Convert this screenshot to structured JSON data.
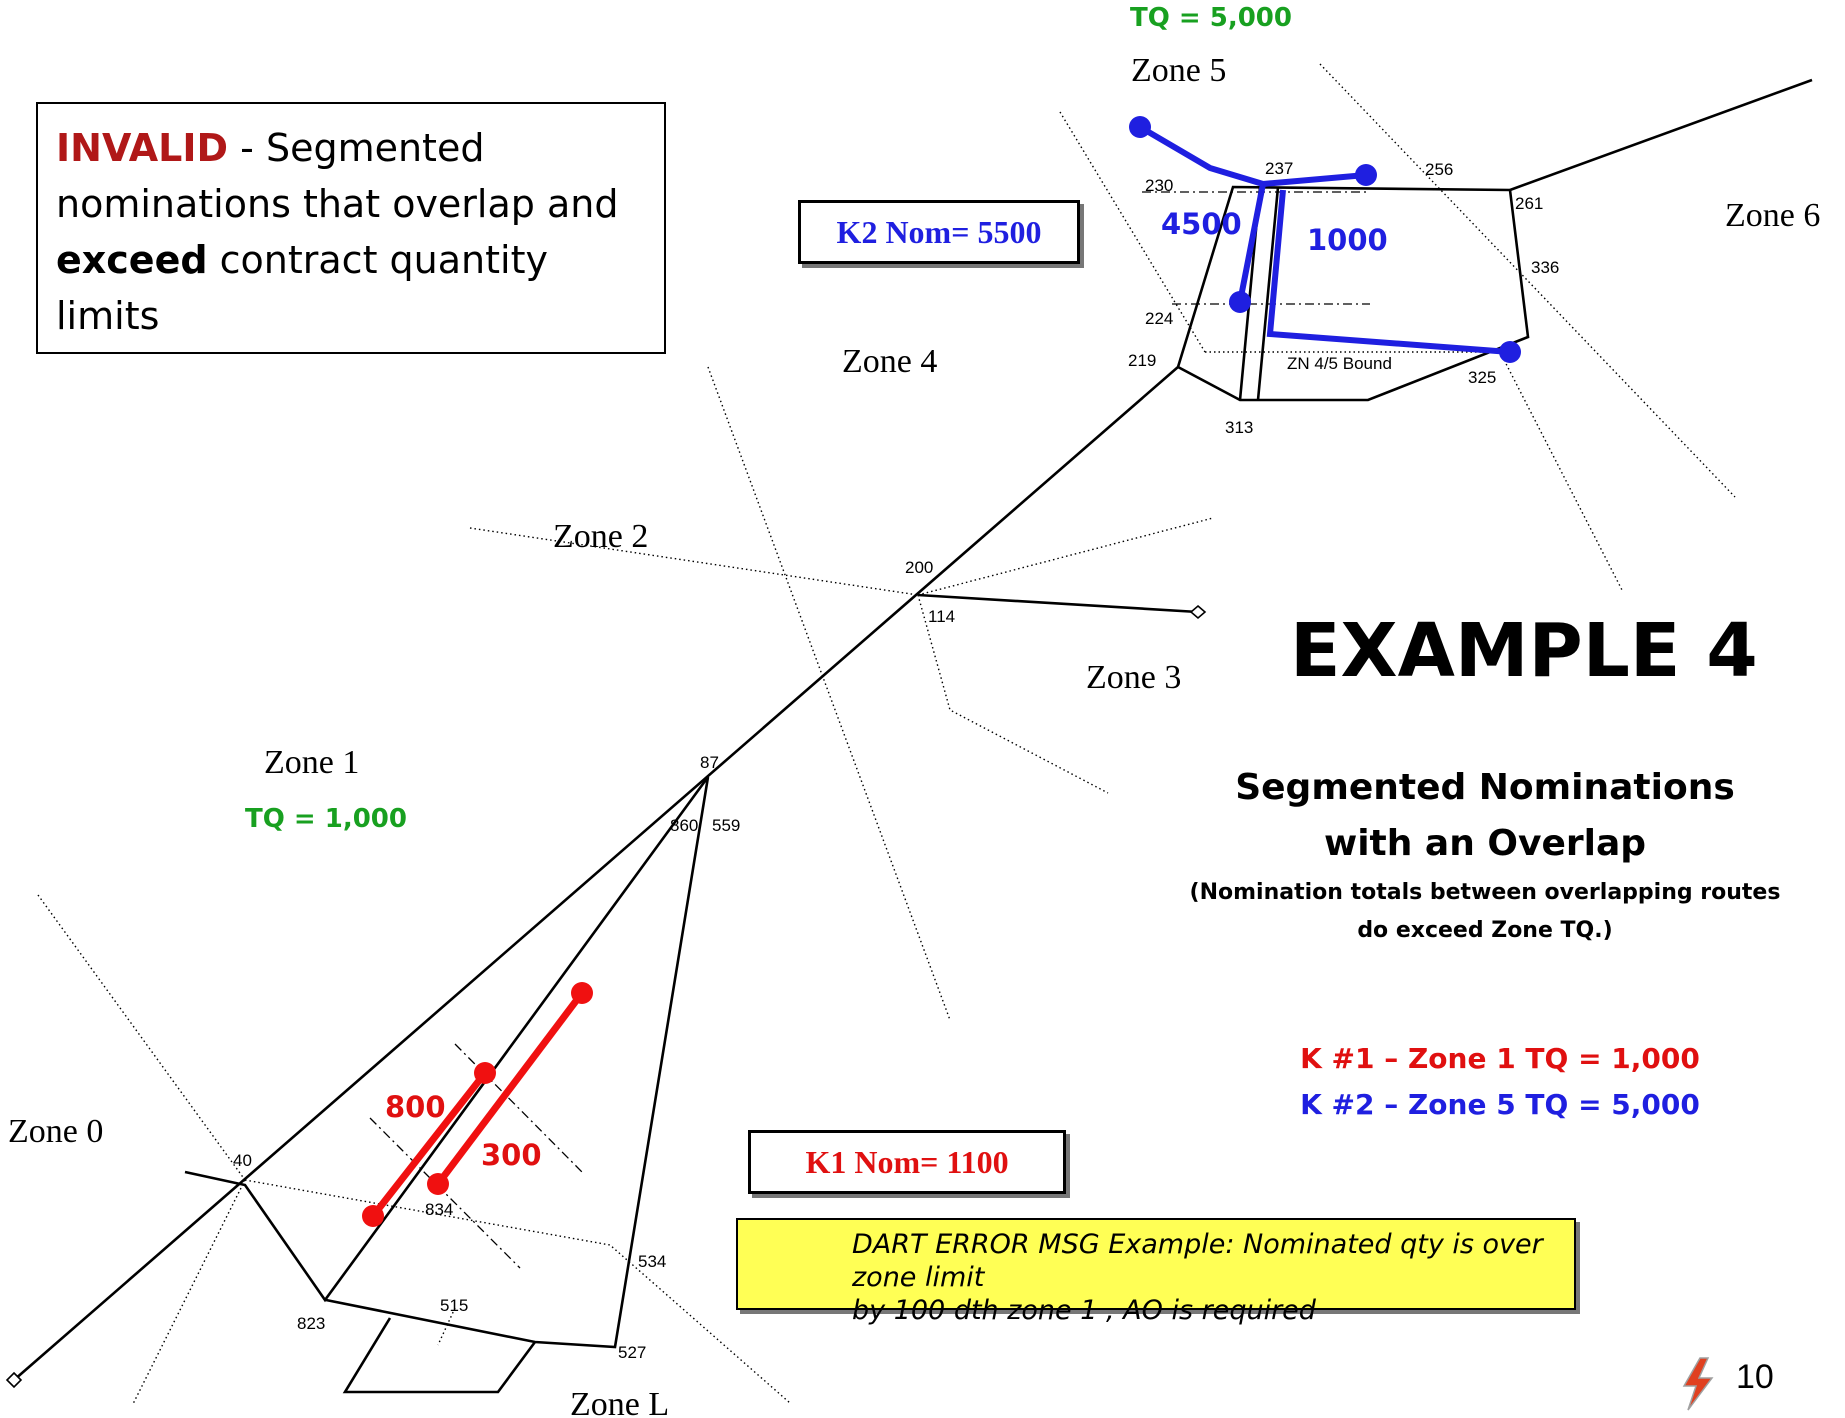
{
  "zones": {
    "zone0": "Zone 0",
    "zone1": "Zone 1",
    "zone2": "Zone 2",
    "zone3": "Zone 3",
    "zone4": "Zone 4",
    "zone5": "Zone 5",
    "zone6": "Zone 6",
    "zoneL": "Zone L"
  },
  "tq": {
    "zone5": "TQ = 5,000",
    "zone1": "TQ = 1,000"
  },
  "nodes": {
    "n40": "40",
    "n823": "823",
    "n834": "834",
    "n515": "515",
    "n534": "534",
    "n527": "527",
    "n860": "860",
    "n559": "559",
    "n87": "87",
    "n200": "200",
    "n114": "114",
    "n219": "219",
    "n224": "224",
    "n230": "230",
    "n237": "237",
    "n256": "256",
    "n261": "261",
    "n336": "336",
    "n325": "325",
    "n313": "313",
    "zn45": "ZN 4/5 Bound"
  },
  "invalid_box": {
    "label": "INVALID",
    "text1": " - Segmented nominations that overlap and ",
    "bold": "exceed",
    "text2": " contract quantity limits"
  },
  "k2_box": "K2 Nom= 5500",
  "k1_box": "K1 Nom= 1100",
  "nominations": {
    "blue_a": "4500",
    "blue_b": "1000",
    "red_a": "800",
    "red_b": "300"
  },
  "title": "EXAMPLE 4",
  "subtitle_line1": "Segmented  Nominations",
  "subtitle_line2": "with an Overlap",
  "note_line1": "(Nomination totals between overlapping routes",
  "note_line2": "do exceed Zone TQ.)",
  "legend_k1": "K #1 – Zone 1 TQ = 1,000",
  "legend_k2": "K #2 – Zone 5 TQ = 5,000",
  "error_msg_line1": "DART ERROR MSG Example:  Nominated qty is over zone limit",
  "error_msg_line2": "by 100 dth zone 1 , AO is required",
  "page_number": "10",
  "colors": {
    "contract1": "#e01010",
    "contract2": "#1f1fe0",
    "tq": "#18a020",
    "error_bg": "#ffff55"
  }
}
